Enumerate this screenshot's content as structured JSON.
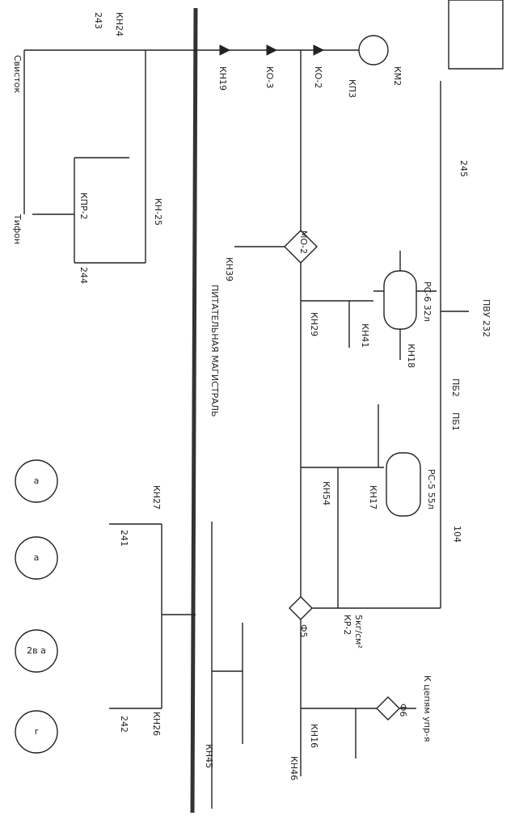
{
  "labels": {
    "main_line": "ПИТАТЕЛЬНАЯ МАГИСТРАЛЬ",
    "whistle": "Свисток",
    "typhon": "Тифон",
    "kn24": "КН24",
    "r243": "243",
    "kpr2": "КПР-2",
    "kn25": "КН-25",
    "r244": "244",
    "kn19": "КН19",
    "ko3": "КО-3",
    "ko2": "КО-2",
    "kp3": "КП3",
    "km2": "КМ2",
    "kn39": "КН39",
    "mo2": "МО-2",
    "kn29": "КН29",
    "kn41": "КН41",
    "rs6": "РС-6 32л",
    "kn18": "КН18",
    "r245": "245",
    "pvu232": "ПВУ 232",
    "pb2": "ПБ2",
    "pb1": "ПБ1",
    "kn17": "КН17",
    "kn54": "КН54",
    "rs5": "РС-5 55л",
    "r104": "104",
    "kn27": "КН27",
    "r241": "241",
    "kn26": "КН26",
    "r242": "242",
    "f5": "Ф5",
    "kr2": "КР-2",
    "kr2_pressure": "5кг/см²",
    "f6": "Ф6",
    "kn16": "КН16",
    "kn46": "КН46",
    "kn45": "КН45",
    "control_circuits": "К цепям упр-я",
    "motor1": "a",
    "motor2": "a",
    "motor3": "2в а",
    "motor4": "r"
  },
  "colors": {
    "ink": "#222222",
    "paper": "#ffffff"
  }
}
